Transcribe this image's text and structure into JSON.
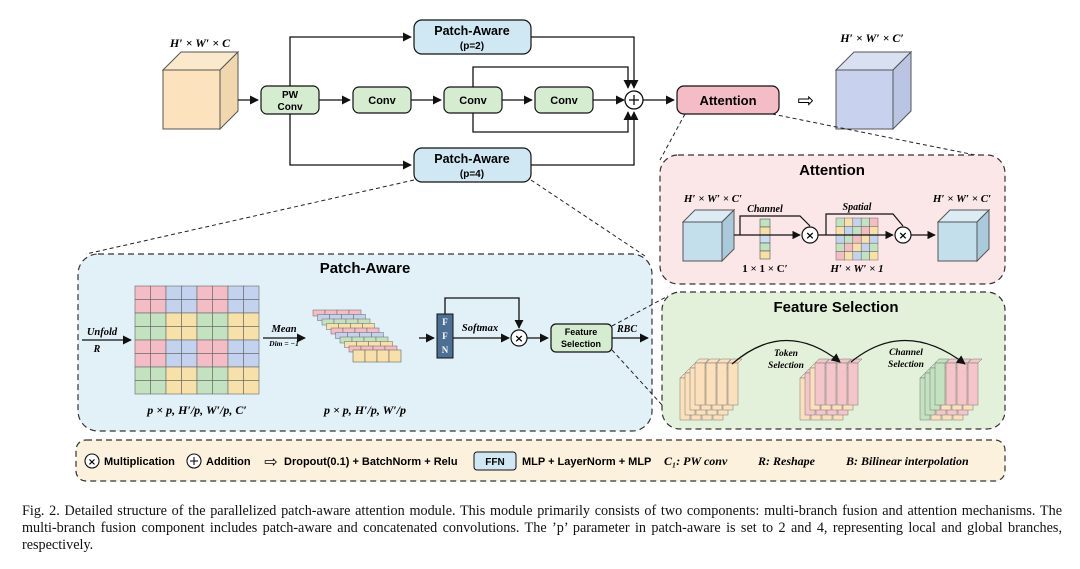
{
  "top": {
    "input_label": "H′ × W′ × C",
    "output_label": "H′ × W′ × C′",
    "pw_conv_line1": "PW",
    "pw_conv_line2": "Conv",
    "conv1": "Conv",
    "conv2": "Conv",
    "conv3": "Conv",
    "patch_aware_top": "Patch-Aware",
    "patch_aware_top_p": "(p=2)",
    "patch_aware_bottom": "Patch-Aware",
    "patch_aware_bottom_p": "(p=4)",
    "attention": "Attention",
    "plus": "+",
    "arrow_symbol": "⇨"
  },
  "attention_panel": {
    "title": "Attention",
    "in_label": "H′ × W′ × C′",
    "out_label": "H′ × W′ × C′",
    "channel": "Channel",
    "spatial": "Spatial",
    "channel_dim": "1 × 1 × C′",
    "spatial_dim": "H′ × W′ × 1",
    "times": "×"
  },
  "patch_panel": {
    "title": "Patch-Aware",
    "unfold": "Unfold",
    "r": "R",
    "mean": "Mean",
    "dim": "Dim = −1",
    "grid_label": "p × p, H′/p, W′/p, C′",
    "tokens_label": "p × p, H′/p, W′/p",
    "ffn": "FFN",
    "softmax": "Softmax",
    "times": "×",
    "feature_selection_line1": "Feature",
    "feature_selection_line2": "Selection",
    "rbc": "RBC"
  },
  "feature_panel": {
    "title": "Feature Selection",
    "token_selection_line1": "Token",
    "token_selection_line2": "Selection",
    "channel_selection_line1": "Channel",
    "channel_selection_line2": "Selection"
  },
  "legend": {
    "multiplication": "Multiplication",
    "addition": "Addition",
    "dropout": "Dropout(0.1) + BatchNorm + Relu",
    "ffn_box": "FFN",
    "ffn_desc": "MLP + LayerNorm + MLP",
    "c1": "C₁: PW conv",
    "r": "R: Reshape",
    "b": "B: Bilinear interpolation"
  },
  "caption": "Fig. 2.  Detailed structure of the parallelized patch-aware attention module. This module primarily consists of two components: multi-branch fusion and attention mechanisms. The multi-branch fusion component includes patch-aware and concatenated convolutions. The ’p’ parameter in patch-aware is set to 2 and 4, representing local and global branches, respectively.",
  "colors": {
    "green_box": "#d5ecd0",
    "blue_box": "#cfe8f3",
    "pink_box": "#f4bcc4",
    "panel_blue": "#e2f0f7",
    "panel_pink": "#fbe6e8",
    "panel_green": "#e3f0da",
    "panel_legend": "#fbf1dd"
  }
}
